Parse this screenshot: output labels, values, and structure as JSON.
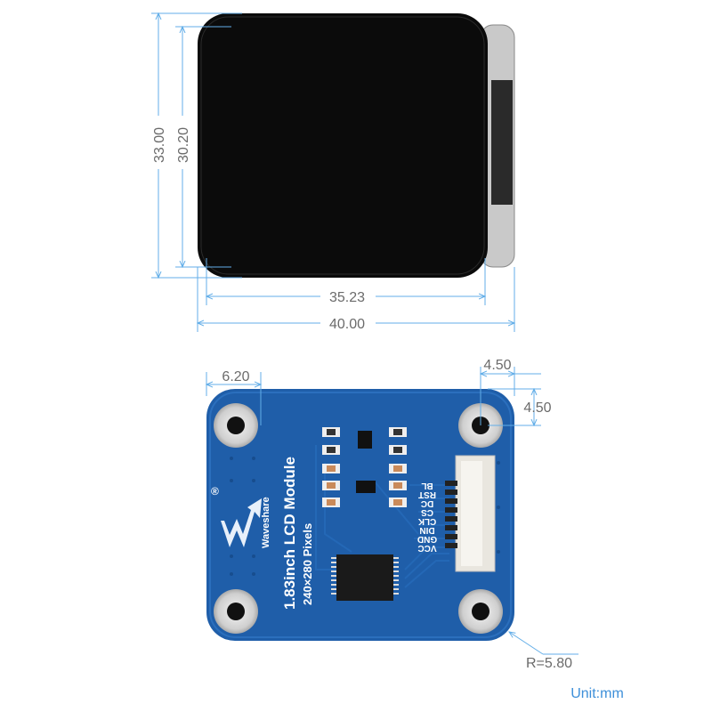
{
  "colors": {
    "dimension_line": "#63aee8",
    "dimension_text": "#6b6b6b",
    "pcb_blue": "#1f5ea9",
    "screen_black": "#0b0b0b",
    "unit_text": "#3d8fd9"
  },
  "lcd_dimensions": {
    "outer_height": "33.00",
    "display_height": "30.20",
    "display_width": "35.23",
    "outer_width": "40.00"
  },
  "pcb_dimensions": {
    "hole_offset_left": "6.20",
    "hole_offset_top": "4.50",
    "hole_offset_right": "4.50",
    "corner_radius": "R=5.80"
  },
  "pcb": {
    "brand": "Waveshare",
    "title": "1.83inch LCD Module",
    "subtitle": "240×280 Pixels",
    "registered": "®",
    "pins": [
      "BL",
      "RST",
      "DC",
      "CS",
      "CLK",
      "DIN",
      "GND",
      "VCC"
    ]
  },
  "unit_label": "Unit:mm"
}
